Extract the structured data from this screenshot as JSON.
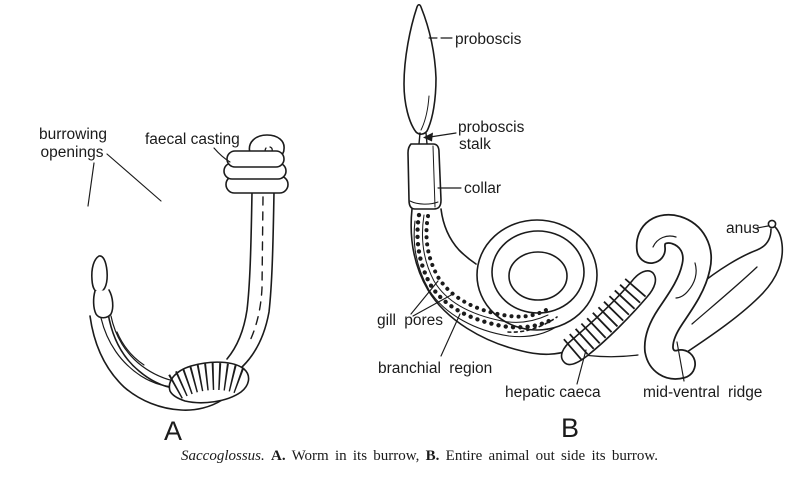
{
  "figure": {
    "ink_color": "#1b1b1b",
    "background_color": "#ffffff",
    "caption": {
      "species": "Saccoglossus.",
      "part_a_marker": "A.",
      "part_a_text": "Worm in its burrow,",
      "part_b_marker": "B.",
      "part_b_text": "Entire animal out side its burrow."
    },
    "panel_a": {
      "letter": "A",
      "labels": {
        "burrowing_openings_line1": "burrowing",
        "burrowing_openings_line2": "openings",
        "faecal_casting": "faecal casting"
      }
    },
    "panel_b": {
      "letter": "B",
      "labels": {
        "proboscis": "proboscis",
        "proboscis_stalk_line1": "proboscis",
        "proboscis_stalk_line2": "stalk",
        "collar": "collar",
        "anus": "anus",
        "gill_pores": "gill pores",
        "branchial_region": "branchial region",
        "hepatic_caeca": "hepatic caeca",
        "mid_ventral_ridge": "mid-ventral ridge"
      }
    }
  }
}
